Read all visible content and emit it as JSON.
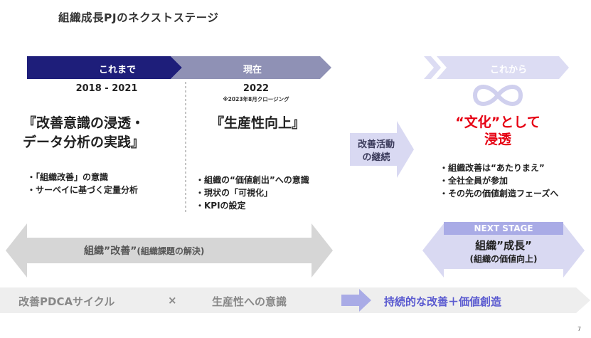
{
  "title": "組織成長PJのネクストステージ",
  "timeline": {
    "past_label": "これまで",
    "present_label": "現在",
    "future_label": "これから"
  },
  "past": {
    "years": "2018 - 2021",
    "heading_line1": "『改善意識の浸透・",
    "heading_line2": "データ分析の実践』",
    "bullets": [
      "・「組織改善」の意識",
      "・サーベイに基づく定量分析"
    ]
  },
  "present": {
    "year": "2022",
    "note": "※2023年8月クロージング",
    "heading": "『生産性向上』",
    "bullets": [
      "・組織の“価値創出”への意識",
      "・現状の「可視化」",
      "・KPIの設定"
    ]
  },
  "transition": {
    "line1": "改善活動",
    "line2": "の継続"
  },
  "future": {
    "symbol": "∞",
    "title_line1": "“文化”として",
    "title_line2": "浸透",
    "bullets": [
      "・組織改善は“あたりまえ”",
      "・全社全員が参加",
      "・その先の価値創造フェーズへ"
    ]
  },
  "kaizen_arrow": {
    "label_main": "組織”改善”",
    "label_sub": "(組織課題の解決)"
  },
  "next_stage": {
    "small": "NEXT STAGE",
    "main": "組織”成長”",
    "sub": "(組織の価値向上)"
  },
  "bottom": {
    "left": "改善PDCAサイクル",
    "times": "×",
    "middle": "生産性への意識",
    "right": "持続的な改善＋価値創造"
  },
  "page_number": "7",
  "colors": {
    "navy": "#1e1e7a",
    "slate": "#8f91b5",
    "lavender": "#d9d9f2",
    "violet": "#a9abe6",
    "red": "#e60012",
    "gray": "#d6d6d6"
  }
}
